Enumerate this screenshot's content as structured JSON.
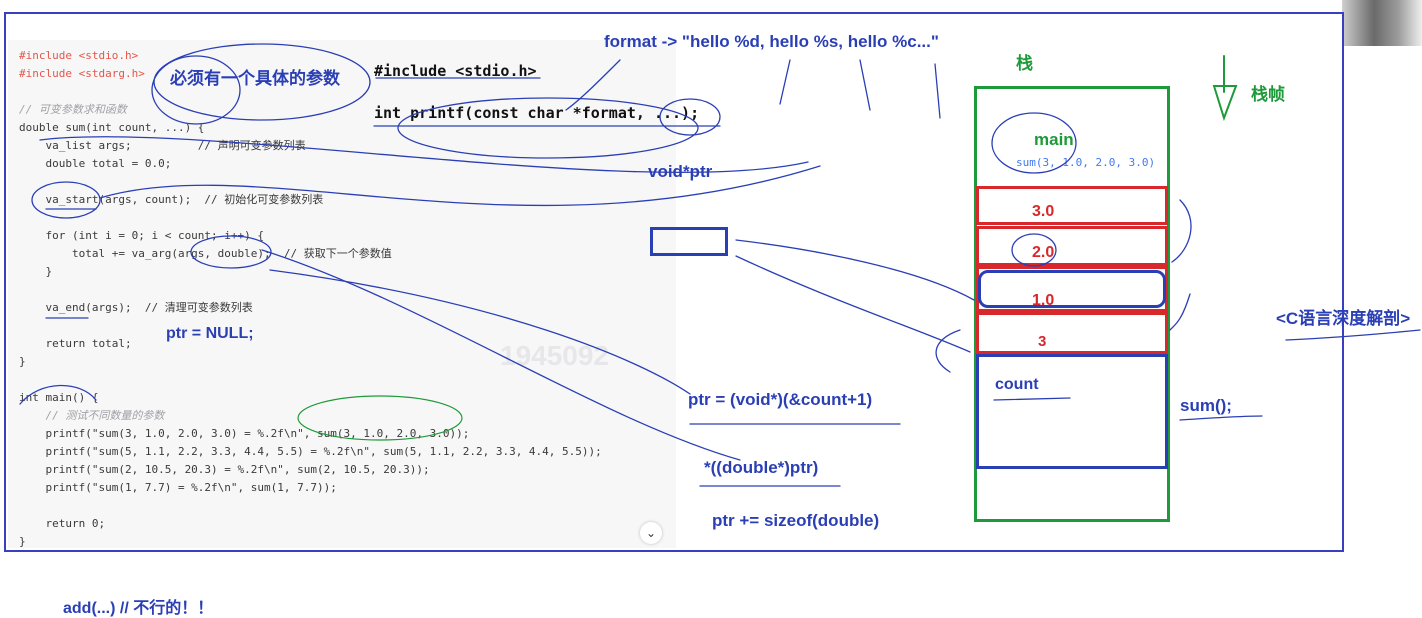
{
  "code": {
    "lines": [
      "#include <stdio.h>",
      "#include <stdarg.h>",
      "",
      "// 可变参数求和函数",
      "double sum(int count, ...) {",
      "    va_list args;          // 声明可变参数列表",
      "    double total = 0.0;",
      "",
      "    va_start(args, count);  // 初始化可变参数列表",
      "",
      "    for (int i = 0; i < count; i++) {",
      "        total += va_arg(args, double);  // 获取下一个参数值",
      "    }",
      "",
      "    va_end(args);  // 清理可变参数列表",
      "",
      "    return total;",
      "}",
      "",
      "int main() {",
      "    // 测试不同数量的参数",
      "    printf(\"sum(3, 1.0, 2.0, 3.0) = %.2f\\n\", sum(3, 1.0, 2.0, 3.0));",
      "    printf(\"sum(5, 1.1, 2.2, 3.3, 4.4, 5.5) = %.2f\\n\", sum(5, 1.1, 2.2, 3.3, 4.4, 5.5));",
      "    printf(\"sum(2, 10.5, 20.3) = %.2f\\n\", sum(2, 10.5, 20.3));",
      "    printf(\"sum(1, 7.7) = %.2f\\n\", sum(1, 7.7));",
      "",
      "    return 0;",
      "}"
    ]
  },
  "annotations": {
    "must_have_param": "必须有一个具体的参数",
    "include_stdio": "#include <stdio.h>",
    "printf_proto": "int printf(const char *format, ...);",
    "format_example": "format -> \"hello %d, hello %s, hello %c...\"",
    "void_ptr": "void*ptr",
    "ptr_null": "ptr = NULL;",
    "ptr_assign": "ptr = (void*)(&count+1)",
    "deref": "*((double*)ptr)",
    "ptr_inc": "ptr += sizeof(double)",
    "add_bad": "add(...) // 不行的！！",
    "sum_call": "sum();",
    "course": "<C语言深度解剖>",
    "watermark": "1945092"
  },
  "stack": {
    "label": "栈",
    "frame_label": "栈帧",
    "main_label": "main",
    "main_call": "sum(3, 1.0, 2.0, 3.0)",
    "cells": [
      "3.0",
      "2.0",
      "1.0",
      "3"
    ],
    "count_label": "count"
  },
  "colors": {
    "ink_blue": "#2b3fb5",
    "ink_green": "#1f9a3a",
    "ink_red": "#d8282b",
    "frame": "#3a3fbf"
  },
  "icons": {
    "collapse": "chevron-down-icon",
    "down_arrow": "down-arrow-icon"
  }
}
